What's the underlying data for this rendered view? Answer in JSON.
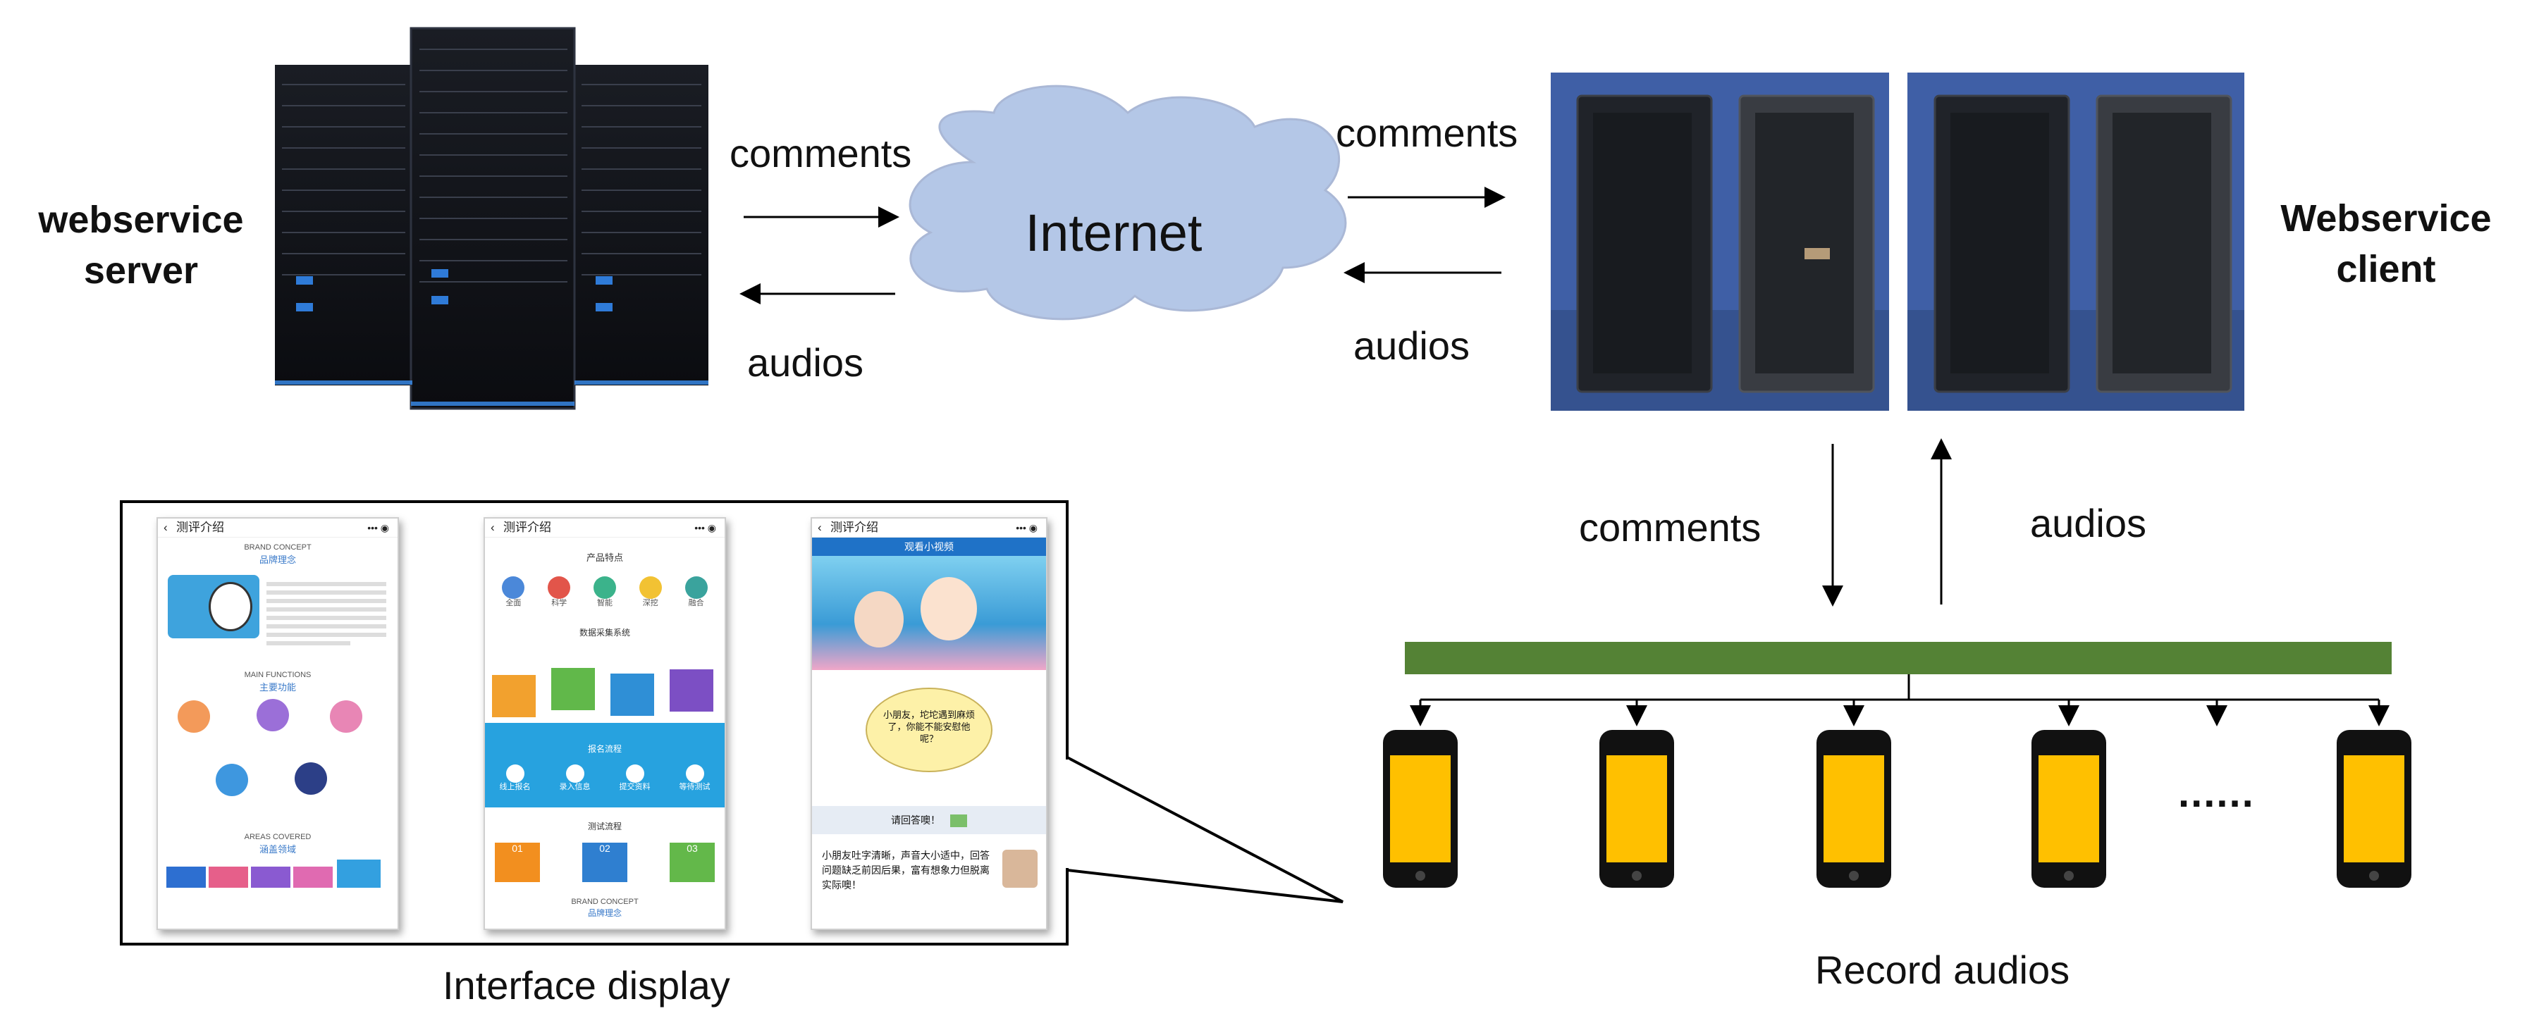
{
  "server": {
    "label_line1": "webservice",
    "label_line2": "server"
  },
  "client": {
    "label_line1": "Webservice",
    "label_line2": "client"
  },
  "internet": {
    "label": "Internet"
  },
  "arrows": {
    "server_to_internet": "comments",
    "internet_to_server": "audios",
    "internet_to_client": "comments",
    "client_to_internet": "audios",
    "client_to_phones": "comments",
    "phones_to_client": "audios"
  },
  "phones": {
    "ellipsis": "......",
    "caption": "Record audios",
    "count": 5
  },
  "interface": {
    "caption": "Interface display",
    "screen_title": "测评介绍",
    "screen1": {
      "brand_en": "BRAND CONCEPT",
      "brand_cn": "品牌理念",
      "functions_en": "MAIN FUNCTIONS",
      "functions_cn": "主要功能",
      "areas_en": "AREAS COVERED",
      "areas_cn": "涵盖领域"
    },
    "screen2": {
      "features": "产品特点",
      "feature_items": [
        "全面",
        "科学",
        "智能",
        "深挖",
        "融合"
      ],
      "system": "数据采集系统",
      "flow": "报名流程",
      "flow_items": [
        "线上报名",
        "录入信息",
        "提交资料",
        "等待测试"
      ],
      "test": "测试流程",
      "test_items": [
        "01",
        "02",
        "03"
      ],
      "brand_en": "BRAND CONCEPT",
      "brand_cn": "品牌理念"
    },
    "screen3": {
      "video_title": "观看小视频",
      "bubble": "小朋友，坨坨遇到麻烦了，你能不能安慰他呢？",
      "answer": "请回答噢！",
      "feedback": "小朋友吐字清晰，声音大小适中，回答问题缺乏前因后果，富有想象力但脱离实际噢！"
    }
  },
  "colors": {
    "cloud": "#b4c7e7",
    "bus": "#548235",
    "phone_screen": "#ffc000",
    "rack_bg": "#3f5fa6",
    "arrow": "#000000"
  }
}
